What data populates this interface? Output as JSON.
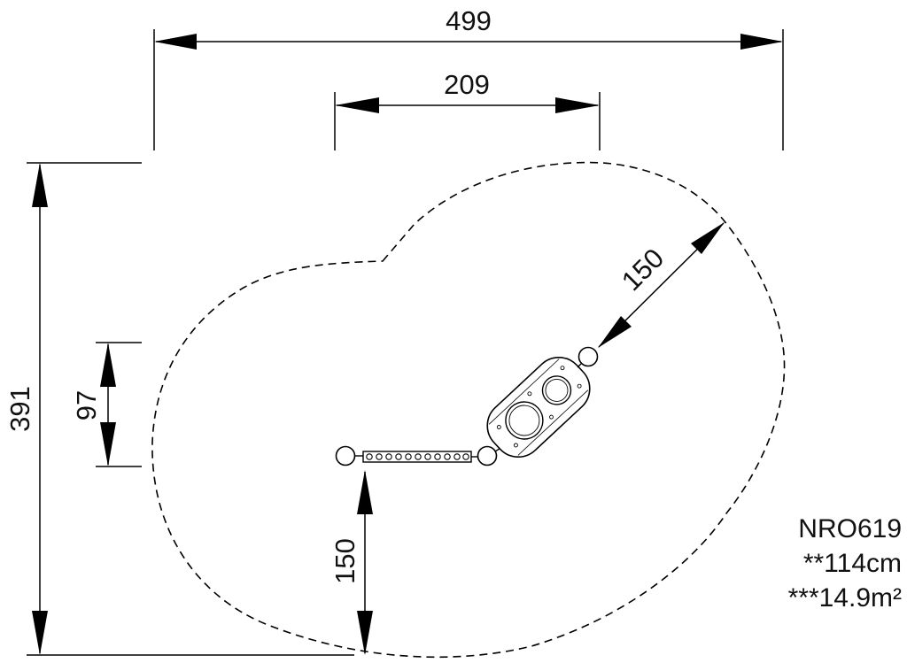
{
  "dimensions": {
    "overall_width": "499",
    "equipment_width": "209",
    "overall_depth": "391",
    "side_offset": "97",
    "front_clearance": "150",
    "diagonal_clearance": "150"
  },
  "product": {
    "code": "NRO619",
    "height": "**114cm",
    "area": "***14.9m²"
  }
}
